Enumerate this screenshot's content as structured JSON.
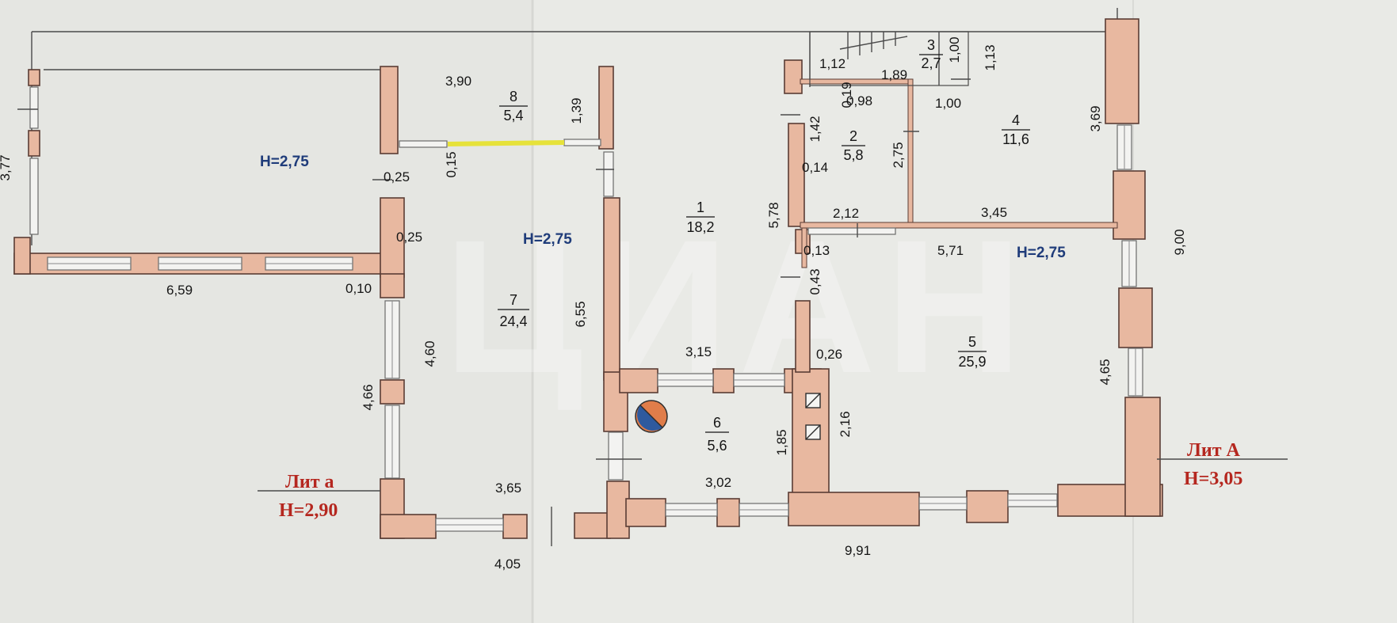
{
  "heights": {
    "left_room": "H=2,75",
    "corridor": "H=2,75",
    "right_wing": "H=2,75"
  },
  "lit_a_small": {
    "title": "Лит а",
    "height": "H=2,90"
  },
  "lit_a_big": {
    "title": "Лит А",
    "height": "H=3,05"
  },
  "rooms": [
    {
      "id": "room-1",
      "number": "1",
      "area": "18,2"
    },
    {
      "id": "room-2",
      "number": "2",
      "area": "5,8"
    },
    {
      "id": "room-3",
      "number": "3",
      "area": "2,7"
    },
    {
      "id": "room-4",
      "number": "4",
      "area": "11,6"
    },
    {
      "id": "room-5",
      "number": "5",
      "area": "25,9"
    },
    {
      "id": "room-6",
      "number": "6",
      "area": "5,6"
    },
    {
      "id": "room-7",
      "number": "7",
      "area": "24,4"
    },
    {
      "id": "room-8",
      "number": "8",
      "area": "5,4"
    }
  ],
  "dimensions": {
    "d_3_90": "3,90",
    "d_1_39": "1,39",
    "d_0_25_a": "0,25",
    "d_0_15": "0,15",
    "d_0_25_b": "0,25",
    "d_6_59": "6,59",
    "d_0_10": "0,10",
    "d_4_60": "4,60",
    "d_4_66": "4,66",
    "d_3_65": "3,65",
    "d_4_05": "4,05",
    "d_6_55": "6,55",
    "d_5_78": "5,78",
    "d_3_15": "3,15",
    "d_1_85": "1,85",
    "d_3_02": "3,02",
    "d_2_16": "2,16",
    "d_0_26": "0,26",
    "d_9_91": "9,91",
    "d_1_12": "1,12",
    "d_1_89": "1,89",
    "d_1_00_a": "1,00",
    "d_1_13": "1,13",
    "d_0_19": "0,19",
    "d_0_98": "0,98",
    "d_1_00_b": "1,00",
    "d_1_42": "1,42",
    "d_0_14": "0,14",
    "d_2_75": "2,75",
    "d_2_12": "2,12",
    "d_3_45": "3,45",
    "d_0_13": "0,13",
    "d_0_43": "0,43",
    "d_5_71": "5,71",
    "d_3_69": "3,69",
    "d_9_00": "9,00",
    "d_4_65": "4,65",
    "d_left_edge": "3,77"
  },
  "watermark": "ЦИАН",
  "colors": {
    "wall_fill": "#e8b8a0",
    "height_label": "#1f3c7a",
    "lit_label": "#b5271f",
    "paper": "#e9eae6",
    "door_highlight": "#e6e23a",
    "boiler_blue": "#2f5a9e",
    "boiler_orange": "#e07d4a"
  },
  "icons": [
    "gas-boiler-icon",
    "ventilation-duct-icon",
    "stair-icon"
  ]
}
